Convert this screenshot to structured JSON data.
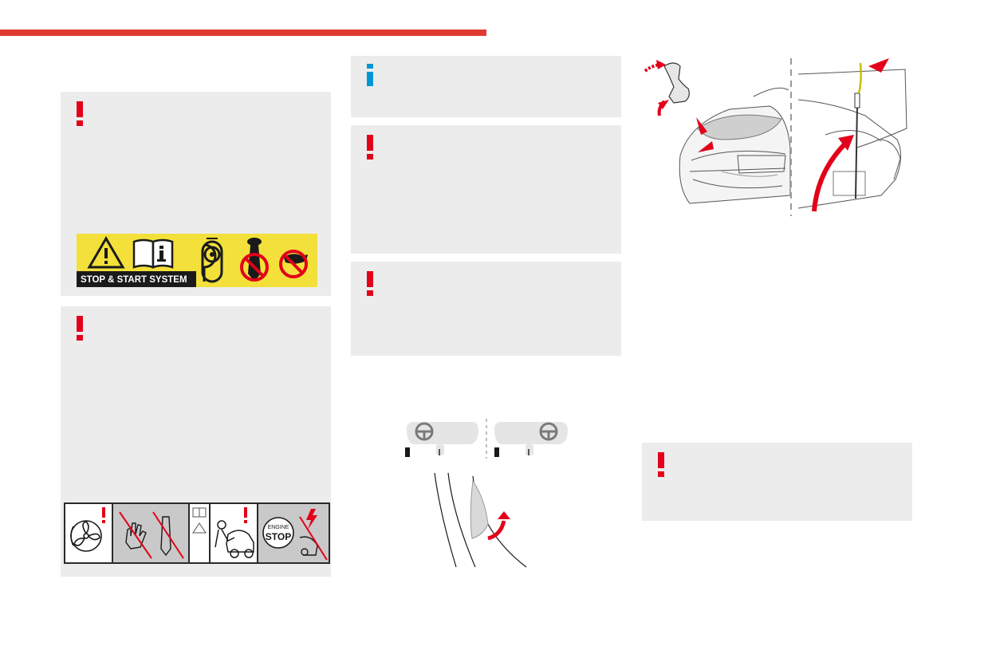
{
  "stickers": {
    "stop_start": {
      "label": "STOP & START SYSTEM",
      "background": "#f3e03a"
    },
    "engine_stop": {
      "line1": "ENGINE",
      "line2": "STOP"
    }
  },
  "colors": {
    "accent_red": "#e03a30",
    "warning_red": "#e2001a",
    "info_blue": "#0096d6",
    "panel_grey": "#ececec"
  },
  "icons": {
    "warning": "exclamation-icon",
    "info": "info-icon"
  }
}
